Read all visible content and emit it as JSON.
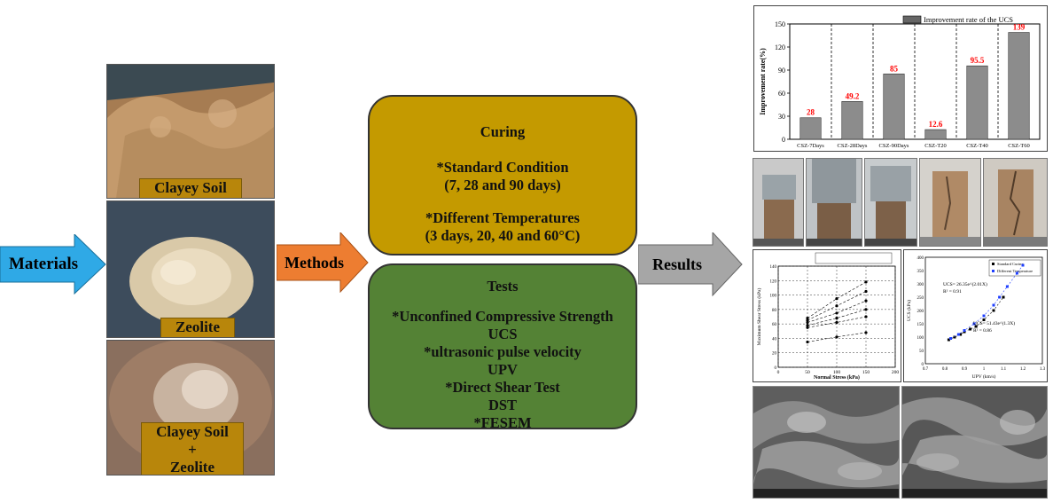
{
  "arrows": {
    "materials": "Materials",
    "methods": "Methods",
    "results": "Results"
  },
  "materials": [
    {
      "caption": "Clayey Soil"
    },
    {
      "caption": "Zeolite"
    },
    {
      "caption_lines": [
        "Clayey Soil",
        "+",
        "Zeolite"
      ]
    }
  ],
  "curing": {
    "title": "Curing",
    "lines": [
      "*Standard Condition",
      "(7, 28 and 90 days)",
      "",
      "*Different Temperatures",
      "(3 days, 20, 40 and 60°C)"
    ]
  },
  "tests": {
    "title": "Tests",
    "lines": [
      "*Unconfined Compressive Strength",
      "UCS",
      "*ultrasonic pulse velocity",
      "UPV",
      "*Direct Shear Test",
      "DST",
      "*FESEM"
    ]
  },
  "colors": {
    "materials_arrow": "#2fa9e6",
    "methods_arrow": "#ed7d31",
    "results_arrow": "#a6a6a6",
    "curing_box": "#c49a00",
    "tests_box": "#548235",
    "caption_bg": "#b8860b",
    "bar_label": "#ff0000"
  },
  "chart_data": [
    {
      "type": "bar",
      "legend": "Improvement rate of the UCS",
      "legend_position": "top-right",
      "ylabel": "Improvement rate(%)",
      "categories": [
        "CSZ-7Days",
        "CSZ-28Days",
        "CSZ-90Days",
        "CSZ-T20",
        "CSZ-T40",
        "CSZ-T60"
      ],
      "values": [
        28,
        49.2,
        85,
        12.6,
        95.5,
        139
      ],
      "value_labels": [
        "28",
        "49.2",
        "85",
        "12.6",
        "95.5",
        "139"
      ],
      "yticks": [
        "0",
        "30",
        "60",
        "90",
        "120",
        "150"
      ],
      "ylim": [
        0,
        150
      ]
    },
    {
      "type": "scatter",
      "xlabel": "Normal Stress (kPa)",
      "ylabel": "Maximum Shear Stress (kPa)",
      "xticks": [
        "0",
        "50",
        "100",
        "150",
        "200"
      ],
      "yticks": [
        "0",
        "20",
        "40",
        "60",
        "80",
        "100",
        "120",
        "140"
      ],
      "xlim": [
        0,
        200
      ],
      "ylim": [
        0,
        140
      ],
      "series": [
        {
          "x": [
            50,
            100,
            150
          ],
          "y": [
            35,
            42,
            48
          ]
        },
        {
          "x": [
            50,
            100,
            150
          ],
          "y": [
            55,
            62,
            70
          ]
        },
        {
          "x": [
            50,
            100,
            150
          ],
          "y": [
            58,
            68,
            80
          ]
        },
        {
          "x": [
            50,
            100,
            150
          ],
          "y": [
            62,
            75,
            92
          ]
        },
        {
          "x": [
            50,
            100,
            150
          ],
          "y": [
            65,
            85,
            105
          ]
        },
        {
          "x": [
            50,
            100,
            150
          ],
          "y": [
            68,
            95,
            118
          ]
        }
      ]
    },
    {
      "type": "scatter",
      "xlabel": "UPV (km/s)",
      "ylabel": "UCS (kPa)",
      "xticks": [
        "0.7",
        "0.8",
        "0.9",
        "1",
        "1.1",
        "1.2",
        "1.3"
      ],
      "yticks": [
        "0",
        "50",
        "100",
        "150",
        "200",
        "250",
        "300",
        "350",
        "400"
      ],
      "xlim": [
        0.7,
        1.3
      ],
      "ylim": [
        0,
        400
      ],
      "series": [
        {
          "name": "Standard Curing",
          "color": "#000000",
          "x": [
            0.82,
            0.85,
            0.88,
            0.9,
            0.93,
            0.96,
            1.0,
            1.05,
            1.1
          ],
          "y": [
            90,
            100,
            110,
            120,
            130,
            140,
            165,
            200,
            250
          ]
        },
        {
          "name": "Different Temperature",
          "color": "#1f3fff",
          "x": [
            0.83,
            0.87,
            0.9,
            0.95,
            1.0,
            1.05,
            1.08,
            1.12,
            1.17,
            1.2
          ],
          "y": [
            95,
            110,
            125,
            150,
            180,
            220,
            250,
            290,
            340,
            370
          ]
        }
      ],
      "annotations": [
        "UCS= 26.35e^(2.01X)",
        "R² = 0.91",
        "UCS= 51.43e^(1.3X)",
        "R² = 0.86"
      ]
    }
  ]
}
